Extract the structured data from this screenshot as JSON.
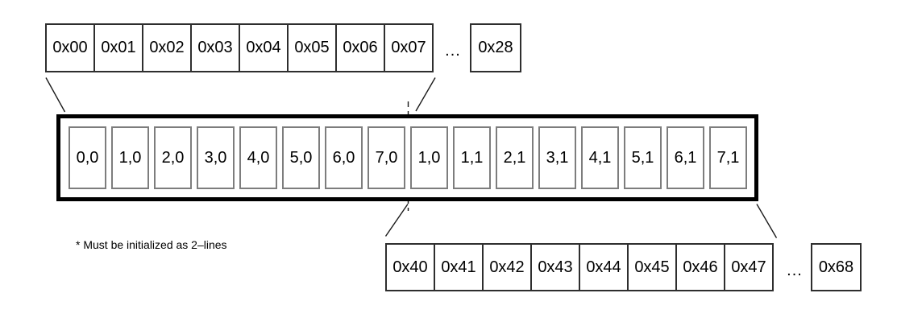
{
  "rows": {
    "top_addresses": {
      "cells": [
        "0x00",
        "0x01",
        "0x02",
        "0x03",
        "0x04",
        "0x05",
        "0x06",
        "0x07"
      ],
      "ellipsis": "...",
      "last_cell": "0x28"
    },
    "display_cells": {
      "cells": [
        "0,0",
        "1,0",
        "2,0",
        "3,0",
        "4,0",
        "5,0",
        "6,0",
        "7,0",
        "1,0",
        "1,1",
        "2,1",
        "3,1",
        "4,1",
        "5,1",
        "6,1",
        "7,1"
      ]
    },
    "bottom_addresses": {
      "cells": [
        "0x40",
        "0x41",
        "0x42",
        "0x43",
        "0x44",
        "0x45",
        "0x46",
        "0x47"
      ],
      "ellipsis": "...",
      "last_cell": "0x68"
    }
  },
  "note": "* Must be initialized as 2–lines",
  "colors": {
    "background": "#ffffff",
    "text": "#000000",
    "frame_border": "#000000",
    "display_cell_border": "#7d7d7d",
    "address_cell_border": "#2e2e2e",
    "connector_line": "#1a1a1a"
  }
}
